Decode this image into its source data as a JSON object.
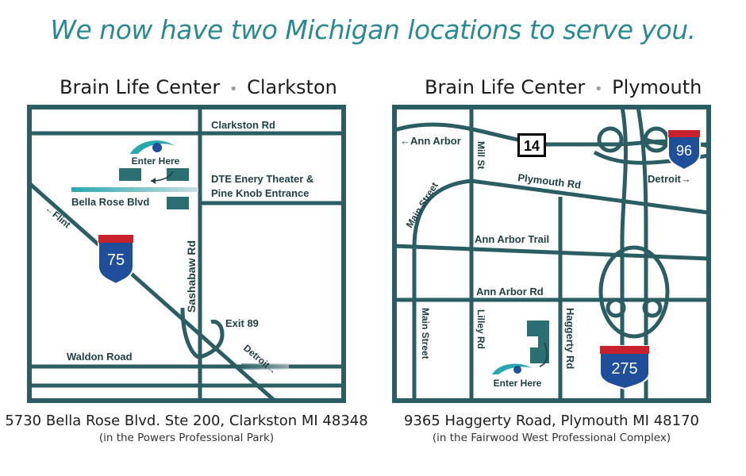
{
  "headline": "We now have two Michigan locations to serve you.",
  "colors": {
    "road": "#2b5e63",
    "accent": "#2a8a92",
    "interstate_red": "#c8202c",
    "interstate_blue": "#1f4e9a"
  },
  "clarkston": {
    "brand": "Brain Life Center",
    "separator": "•",
    "city": "Clarkston",
    "labels": {
      "clarkston_rd": "Clarkston Rd",
      "enter_here": "Enter Here",
      "dte_line1": "DTE Enery Theater &",
      "dte_line2": "Pine Knob Entrance",
      "bella_rose": "Bella Rose Blvd",
      "flint": "←Flint",
      "sashabaw": "Sashabaw Rd",
      "exit": "Exit 89",
      "waldon": "Waldon Road",
      "detroit": "Detroit→",
      "i75": "75"
    },
    "address": "5730 Bella Rose Blvd. Ste 200, Clarkston MI 48348",
    "address_note": "(in the Powers Professional Park)"
  },
  "plymouth": {
    "brand": "Brain Life Center",
    "separator": "•",
    "city": "Plymouth",
    "labels": {
      "ann_arbor_west": "←Ann Arbor",
      "mill_st": "Mill St",
      "route14": "14",
      "i96": "96",
      "detroit": "Detroit→",
      "plymouth_rd": "Plymouth Rd",
      "main_street_diag": "Main Street",
      "ann_arbor_trail": "Ann Arbor Trail",
      "ann_arbor_rd": "Ann Arbor Rd",
      "main_street_vert": "Main Street",
      "lilley_rd": "Lilley Rd",
      "haggerty_rd": "Haggerty Rd",
      "enter_here": "Enter Here",
      "i275": "275"
    },
    "address": "9365 Haggerty Road, Plymouth MI 48170",
    "address_note": "(in the Fairwood West Professional Complex)"
  }
}
